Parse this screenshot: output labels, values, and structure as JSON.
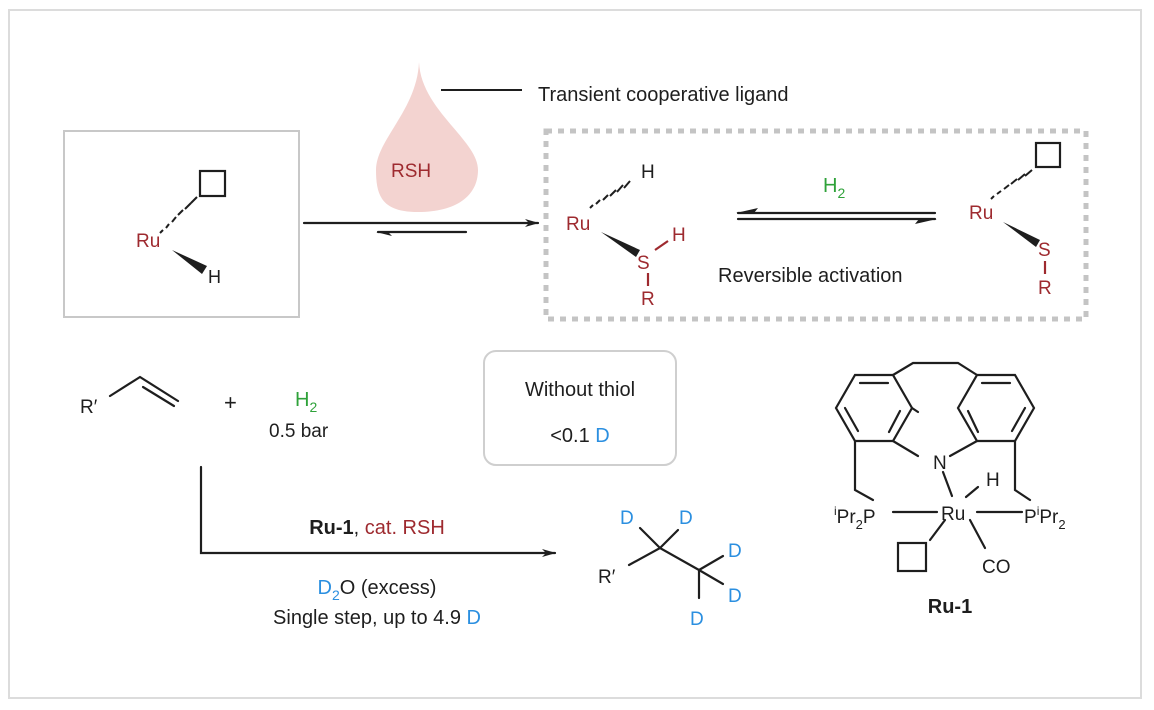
{
  "figure": {
    "ligand_label": "Transient cooperative ligand",
    "drop_label": "RSH",
    "left_complex": {
      "metal": "Ru",
      "hydride": "H",
      "vacancy": "open-site-square"
    },
    "middle_complex": {
      "metal": "Ru",
      "hydride": "H",
      "sulfur": "S",
      "sulfur_h": "H",
      "r_group": "R"
    },
    "right_complex": {
      "metal": "Ru",
      "sulfur": "S",
      "r_group": "R",
      "vacancy": "open-site-square"
    },
    "equilibrium_reagent": "H",
    "equilibrium_reagent_sub": "2",
    "equilibrium_caption": "Reversible activation",
    "reactant": {
      "substituent": "R′",
      "plus": "+",
      "h2": "H",
      "h2_sub": "2",
      "pressure": "0.5 bar"
    },
    "control_box": {
      "title": "Without thiol",
      "value": "<0.1",
      "unit": "D"
    },
    "conditions": {
      "catalyst": "Ru-1",
      "separator": ", ",
      "cocatalyst": "cat. RSH",
      "solvent_d": "D",
      "solvent_sub": "2",
      "solvent_rest": "O (excess)",
      "summary": "Single step, up to 4.9",
      "summary_unit": "D"
    },
    "product": {
      "substituent": "R′",
      "labels": [
        "D",
        "D",
        "D",
        "D",
        "D"
      ]
    },
    "catalyst": {
      "name": "Ru-1",
      "n": "N",
      "metal": "Ru",
      "hydride": "H",
      "co": "CO",
      "left_p_pre": "i",
      "left_p_main": "Pr",
      "left_p_sub": "2",
      "left_p_atom": "P",
      "right_p_atom": "P",
      "right_p_pre": "i",
      "right_p_main": "Pr",
      "right_p_sub": "2"
    },
    "colors": {
      "metal": "#9e2a2f",
      "hydrogen": "#2fa23a",
      "deuterium": "#2b8fe0",
      "drop": "#f3d3d0"
    }
  }
}
